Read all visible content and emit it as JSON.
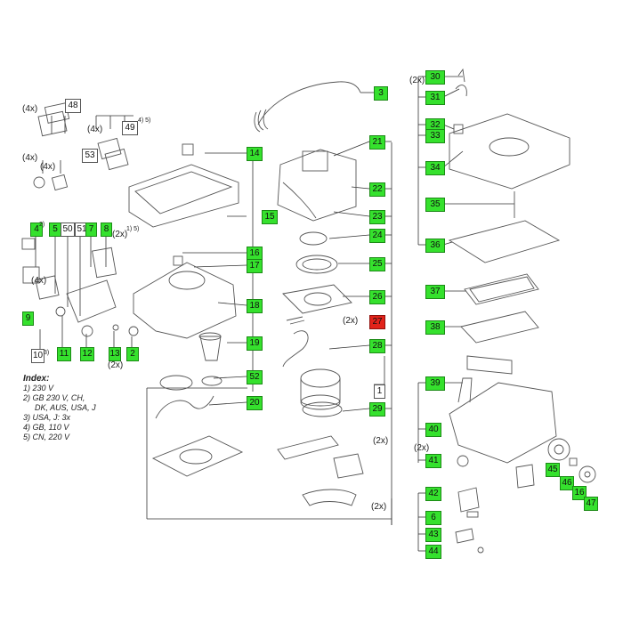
{
  "diagram": {
    "colors": {
      "callout": "#35e12d",
      "callout_highlight": "#e2231a",
      "line": "#333333",
      "part": "#555555"
    },
    "callouts": [
      {
        "id": "c30",
        "text": "30",
        "variant": "green"
      },
      {
        "id": "c31",
        "text": "31",
        "variant": "green"
      },
      {
        "id": "c3",
        "text": "3",
        "variant": "green"
      },
      {
        "id": "c48",
        "text": "48",
        "variant": "plain"
      },
      {
        "id": "c49",
        "text": "49",
        "variant": "plain"
      },
      {
        "id": "c53",
        "text": "53",
        "variant": "plain"
      },
      {
        "id": "c32",
        "text": "32",
        "variant": "green"
      },
      {
        "id": "c33",
        "text": "33",
        "variant": "green"
      },
      {
        "id": "c21",
        "text": "21",
        "variant": "green"
      },
      {
        "id": "c14",
        "text": "14",
        "variant": "green"
      },
      {
        "id": "c34",
        "text": "34",
        "variant": "green"
      },
      {
        "id": "c22",
        "text": "22",
        "variant": "green"
      },
      {
        "id": "c35",
        "text": "35",
        "variant": "green"
      },
      {
        "id": "c15",
        "text": "15",
        "variant": "green"
      },
      {
        "id": "c23",
        "text": "23",
        "variant": "green"
      },
      {
        "id": "c4",
        "text": "4",
        "variant": "green"
      },
      {
        "id": "c5",
        "text": "5",
        "variant": "green"
      },
      {
        "id": "c50",
        "text": "50",
        "variant": "plain"
      },
      {
        "id": "c51",
        "text": "51",
        "variant": "plain"
      },
      {
        "id": "c7",
        "text": "7",
        "variant": "green"
      },
      {
        "id": "c8",
        "text": "8",
        "variant": "green"
      },
      {
        "id": "c24",
        "text": "24",
        "variant": "green"
      },
      {
        "id": "c36",
        "text": "36",
        "variant": "green"
      },
      {
        "id": "c16a",
        "text": "16",
        "variant": "green"
      },
      {
        "id": "c17",
        "text": "17",
        "variant": "green"
      },
      {
        "id": "c25",
        "text": "25",
        "variant": "green"
      },
      {
        "id": "c37",
        "text": "37",
        "variant": "green"
      },
      {
        "id": "c26",
        "text": "26",
        "variant": "green"
      },
      {
        "id": "c18",
        "text": "18",
        "variant": "green"
      },
      {
        "id": "c27",
        "text": "27",
        "variant": "red"
      },
      {
        "id": "c38",
        "text": "38",
        "variant": "green"
      },
      {
        "id": "c9",
        "text": "9",
        "variant": "green"
      },
      {
        "id": "c28",
        "text": "28",
        "variant": "green"
      },
      {
        "id": "c19",
        "text": "19",
        "variant": "green"
      },
      {
        "id": "c10",
        "text": "10",
        "variant": "plain"
      },
      {
        "id": "c11",
        "text": "11",
        "variant": "green"
      },
      {
        "id": "c12",
        "text": "12",
        "variant": "green"
      },
      {
        "id": "c13",
        "text": "13",
        "variant": "green"
      },
      {
        "id": "c2",
        "text": "2",
        "variant": "green"
      },
      {
        "id": "c52",
        "text": "52",
        "variant": "green"
      },
      {
        "id": "c39",
        "text": "39",
        "variant": "green"
      },
      {
        "id": "c1",
        "text": "1",
        "variant": "plain"
      },
      {
        "id": "c20",
        "text": "20",
        "variant": "green"
      },
      {
        "id": "c29",
        "text": "29",
        "variant": "green"
      },
      {
        "id": "c40",
        "text": "40",
        "variant": "green"
      },
      {
        "id": "c41",
        "text": "41",
        "variant": "green"
      },
      {
        "id": "c45",
        "text": "45",
        "variant": "green"
      },
      {
        "id": "c46",
        "text": "46",
        "variant": "green"
      },
      {
        "id": "c16b",
        "text": "16",
        "variant": "green"
      },
      {
        "id": "c47",
        "text": "47",
        "variant": "green"
      },
      {
        "id": "c42",
        "text": "42",
        "variant": "green"
      },
      {
        "id": "c6",
        "text": "6",
        "variant": "green"
      },
      {
        "id": "c43",
        "text": "43",
        "variant": "green"
      },
      {
        "id": "c44",
        "text": "44",
        "variant": "green"
      }
    ],
    "labels": [
      {
        "id": "l2x_30",
        "text": "(2x)"
      },
      {
        "id": "l4x_48",
        "text": "(4x)"
      },
      {
        "id": "l4x_49",
        "text": "(4x)"
      },
      {
        "id": "l4x_a",
        "text": "(4x)"
      },
      {
        "id": "l4x_b",
        "text": "(4x)"
      },
      {
        "id": "l2x_8",
        "text": "(2x)"
      },
      {
        "id": "l4x_9",
        "text": "(4x)"
      },
      {
        "id": "l2x_27",
        "text": "(2x)"
      },
      {
        "id": "l2x_13",
        "text": "(2x)"
      },
      {
        "id": "l2x_grill",
        "text": "(2x)"
      },
      {
        "id": "l2x_40",
        "text": "(2x)"
      },
      {
        "id": "l2x_hose",
        "text": "(2x)"
      },
      {
        "id": "sup_49",
        "text": "4) 5)"
      },
      {
        "id": "sup_4",
        "text": "2)"
      },
      {
        "id": "sup_8",
        "text": "1) 5)"
      },
      {
        "id": "sup_10",
        "text": "3)"
      }
    ],
    "index": {
      "title": "Index:",
      "lines": [
        {
          "text": "1) 230 V",
          "indent": false
        },
        {
          "text": "2) GB 230 V, CH,",
          "indent": false
        },
        {
          "text": "DK, AUS, USA, J",
          "indent": true
        },
        {
          "text": "3) USA, J: 3x",
          "indent": false
        },
        {
          "text": "4) GB, 110 V",
          "indent": false
        },
        {
          "text": "5) CN, 220 V",
          "indent": false
        }
      ]
    }
  }
}
